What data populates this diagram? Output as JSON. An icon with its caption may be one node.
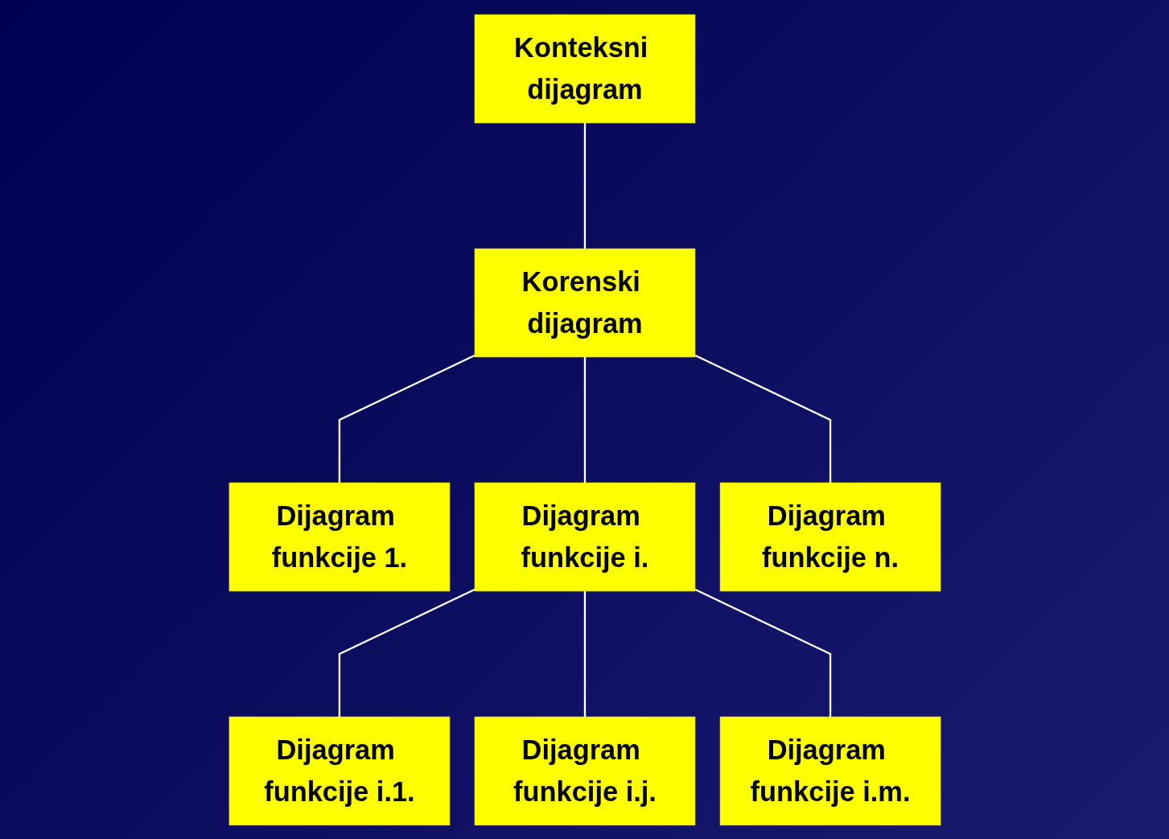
{
  "diagram": {
    "nodes": [
      {
        "text": [
          "Konteksni dijagram"
        ]
      },
      {
        "text": [
          "Korenski dijagram"
        ]
      },
      {
        "text": [
          "Dijagram funkcije 1."
        ]
      },
      {
        "text": [
          "Dijagram funkcije i."
        ]
      },
      {
        "text": [
          "Dijagram funkcije n."
        ]
      },
      {
        "text": [
          "Dijagram funkcije i.1."
        ]
      },
      {
        "text": [
          "Dijagram funkcije i.j."
        ]
      },
      {
        "text": [
          "Dijagram funkcije i.m."
        ]
      }
    ],
    "edges": [
      {
        "from": 0,
        "to": 1,
        "arrow": "none"
      },
      {
        "from": 1,
        "to": 2,
        "arrow": "none"
      },
      {
        "from": 1,
        "to": 3,
        "arrow": "none"
      },
      {
        "from": 1,
        "to": 4,
        "arrow": "none"
      },
      {
        "from": 3,
        "to": 5,
        "arrow": "none"
      },
      {
        "from": 3,
        "to": 6,
        "arrow": "none"
      },
      {
        "from": 3,
        "to": 7,
        "arrow": "none"
      }
    ]
  }
}
